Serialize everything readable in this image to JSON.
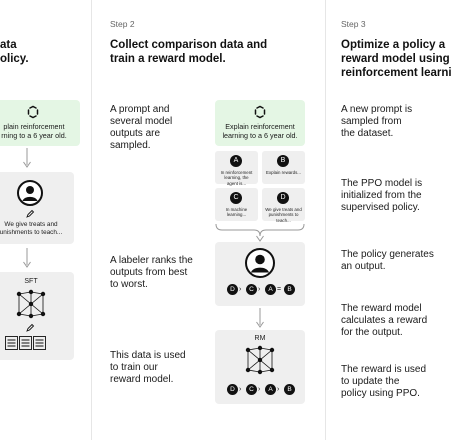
{
  "step1": {
    "title": "ata\nolicy.",
    "prompt_text": "plain reinforcement\nrning to a 6 year old.",
    "demo_text": "We give treats and\nunishments to teach...",
    "model_label": "SFT"
  },
  "step2": {
    "label": "Step 2",
    "title": "Collect comparison data and\ntrain a reward model.",
    "desc1": "A prompt and\nseveral model\noutputs are\nsampled.",
    "desc2": "A labeler ranks the\noutputs from best\nto worst.",
    "desc3": "This data is used\nto train our\nreward model.",
    "prompt_text": "Explain reinforcement\nlearning to a 6 year old.",
    "outputs": [
      {
        "letter": "A",
        "text": "In reinforcement\nlearning, the\nagent is..."
      },
      {
        "letter": "B",
        "text": "Explain rewards..."
      },
      {
        "letter": "C",
        "text": "In machine\nlearning..."
      },
      {
        "letter": "D",
        "text": "We give treats and\npunishments to\nteach..."
      }
    ],
    "ranking": [
      "D",
      "C",
      "A",
      "B"
    ],
    "model_label": "RM",
    "rm_ranking": [
      "D",
      "C",
      "A",
      "B"
    ]
  },
  "step3": {
    "label": "Step 3",
    "title": "Optimize a policy a\nreward model using\nreinforcement learni",
    "desc1": "A new prompt is\nsampled from\nthe dataset.",
    "desc2": "The PPO model is\ninitialized from the\nsupervised policy.",
    "desc3": "The policy generates\nan output.",
    "desc4": "The reward model\ncalculates a reward\nfor the output.",
    "desc5": "The reward is used\nto update the\npolicy using PPO."
  },
  "colors": {
    "green_box": "#e4f6e4",
    "card_gray": "#efefef",
    "ink": "#111111"
  }
}
